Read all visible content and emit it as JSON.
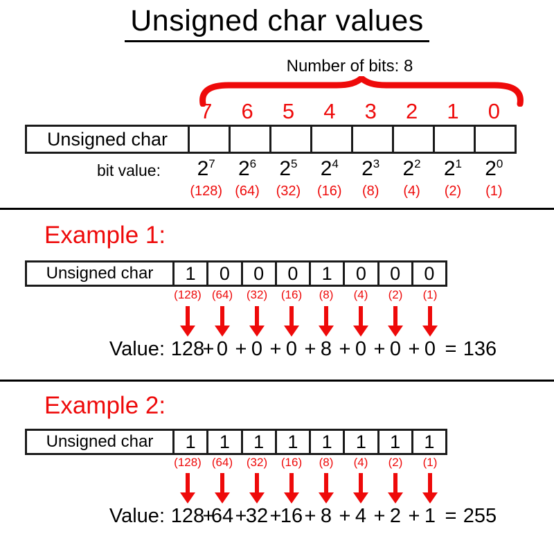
{
  "title": "Unsigned char values",
  "colors": {
    "red": "#ee0a0a",
    "black": "#000000"
  },
  "header": {
    "bits_count_label": "Number of bits: 8",
    "row_label": "Unsigned char",
    "bit_value_label": "bit value:",
    "bit_indices": [
      "7",
      "6",
      "5",
      "4",
      "3",
      "2",
      "1",
      "0"
    ],
    "power_base": "2",
    "power_exponents": [
      "7",
      "6",
      "5",
      "4",
      "3",
      "2",
      "1",
      "0"
    ],
    "power_values": [
      "(128)",
      "(64)",
      "(32)",
      "(16)",
      "(8)",
      "(4)",
      "(2)",
      "(1)"
    ]
  },
  "examples": [
    {
      "heading": "Example 1:",
      "row_label": "Unsigned char",
      "bits": [
        "1",
        "0",
        "0",
        "0",
        "1",
        "0",
        "0",
        "0"
      ],
      "cell_values": [
        "(128)",
        "(64)",
        "(32)",
        "(16)",
        "(8)",
        "(4)",
        "(2)",
        "(1)"
      ],
      "value_label": "Value:",
      "addends": [
        "128",
        "0",
        "0",
        "0",
        "8",
        "0",
        "0",
        "0"
      ],
      "plus": "+",
      "equals": "=",
      "result": "136"
    },
    {
      "heading": "Example 2:",
      "row_label": "Unsigned char",
      "bits": [
        "1",
        "1",
        "1",
        "1",
        "1",
        "1",
        "1",
        "1"
      ],
      "cell_values": [
        "(128)",
        "(64)",
        "(32)",
        "(16)",
        "(8)",
        "(4)",
        "(2)",
        "(1)"
      ],
      "value_label": "Value:",
      "addends": [
        "128",
        "64",
        "32",
        "16",
        "8",
        "4",
        "2",
        "1"
      ],
      "plus": "+",
      "equals": "=",
      "result": "255"
    }
  ]
}
